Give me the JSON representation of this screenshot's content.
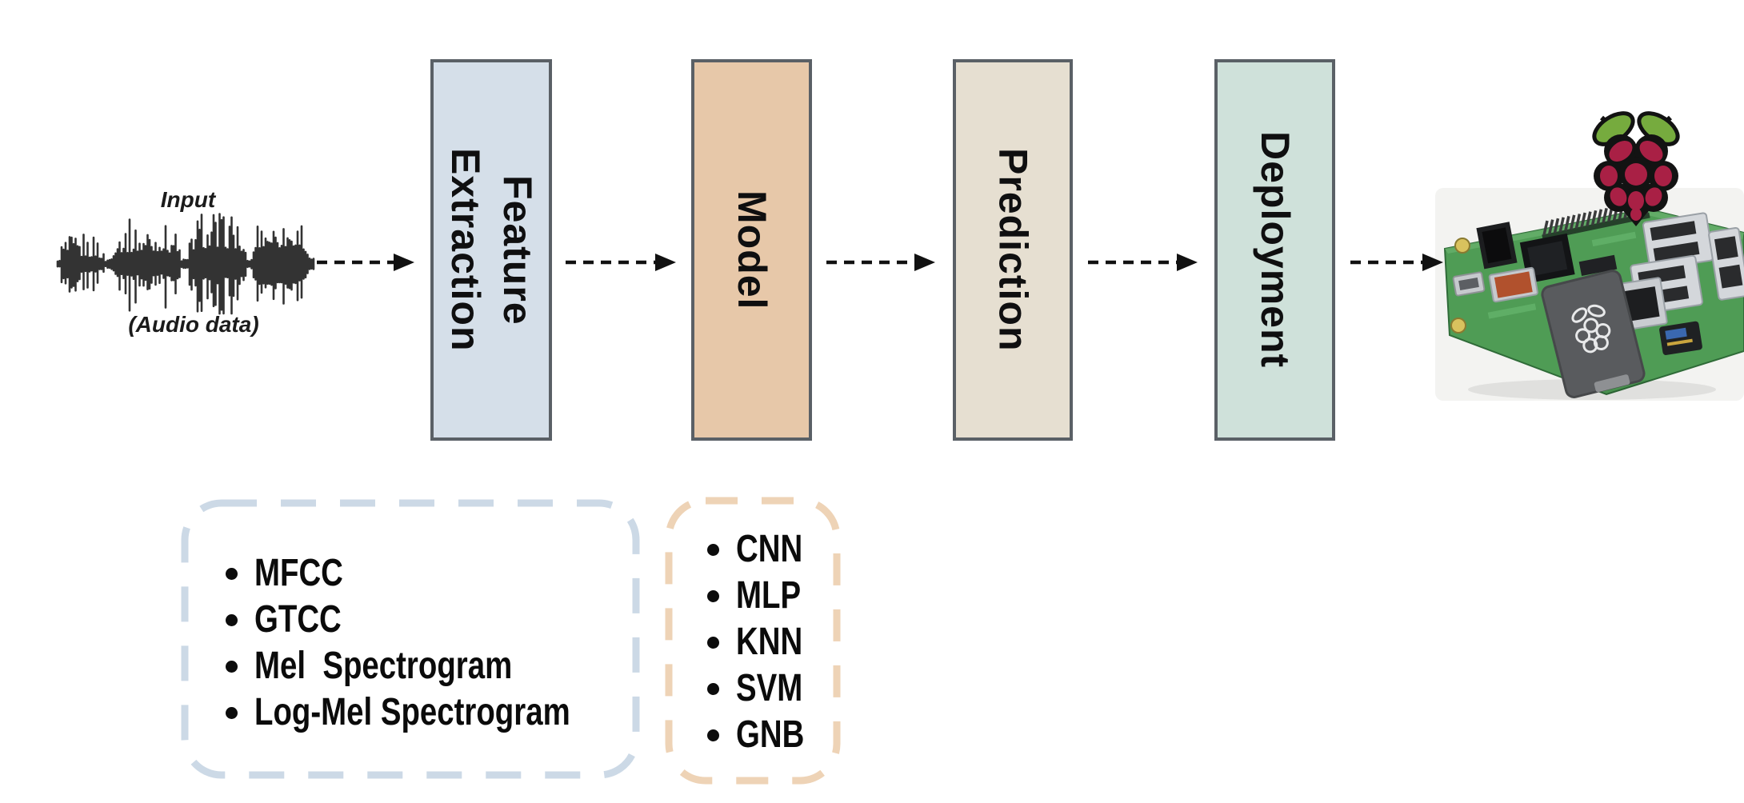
{
  "figure": {
    "input": {
      "title": "Input",
      "caption": "(Audio data)"
    },
    "stages": [
      {
        "id": "feature-extraction",
        "label": "Feature\nExtraction"
      },
      {
        "id": "model",
        "label": "Model"
      },
      {
        "id": "prediction",
        "label": "Prediction"
      },
      {
        "id": "deployment",
        "label": "Deployment"
      }
    ],
    "feature_list": [
      "MFCC",
      "GTCC",
      "Mel  Spectrogram",
      "Log-Mel Spectrogram"
    ],
    "model_list": [
      "CNN",
      "MLP",
      "KNN",
      "SVM",
      "GNB"
    ],
    "deployment_icon": "raspberry-pi-board",
    "colors": {
      "feature_box": "#d5dfe9",
      "model_box": "#e7c8a9",
      "prediction_box": "#e6dfd1",
      "deployment_box": "#cfe1da",
      "box_border": "#5a6066",
      "feature_dash": "#ccd9e6",
      "model_dash": "#eed3b6",
      "arrow": "#111111",
      "waveform": "#333333",
      "pi_red": "#a92045",
      "pi_green": "#76ab3e"
    }
  }
}
